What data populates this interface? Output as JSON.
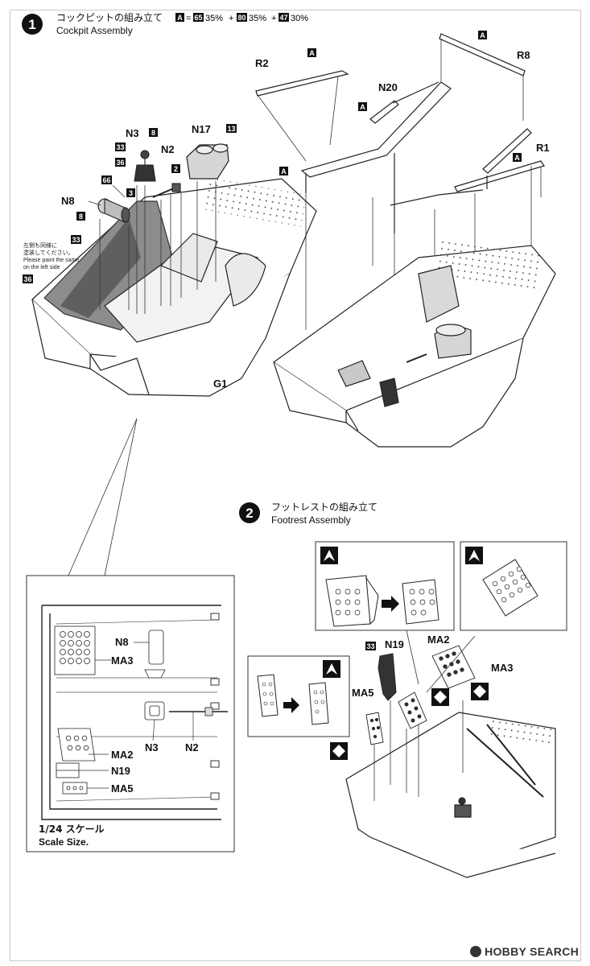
{
  "step1": {
    "number": "1",
    "title_ja": "コックピットの組み立て",
    "title_en": "Cockpit Assembly",
    "mix": {
      "A": "A",
      "eq": "=",
      "c1": "65",
      "p1": "35%",
      "plus1": "+",
      "c2": "80",
      "p2": "35%",
      "plus2": "+",
      "c3": "47",
      "p3": "30%"
    },
    "labels": {
      "r2": "R2",
      "a_top1": "A",
      "a_top2": "A",
      "r8": "R8",
      "n20": "N20",
      "a_mid": "A",
      "a_right": "A",
      "r1": "R1",
      "a_tub": "A",
      "n3": "N3",
      "c8": "8",
      "n2": "N2",
      "n17": "N17",
      "c13": "13",
      "c33": "33",
      "c36": "36",
      "c2": "2",
      "c66": "66",
      "c3": "3",
      "n8": "N8",
      "c8b": "8",
      "c33b": "33",
      "c36b": "36",
      "g1": "G1"
    },
    "note": {
      "line1": "左側も同様に",
      "line2": "塗装してください。",
      "line3": "Please paint the same",
      "line4": "on the left side"
    }
  },
  "step2": {
    "number": "2",
    "title_ja": "フットレストの組み立て",
    "title_en": "Footrest Assembly",
    "labels": {
      "c33": "33",
      "n19": "N19",
      "ma2": "MA2",
      "ma3": "MA3",
      "ma5": "MA5"
    }
  },
  "scale_view": {
    "labels": {
      "n8": "N8",
      "ma3": "MA3",
      "n3": "N3",
      "n2": "N2",
      "ma2": "MA2",
      "n19": "N19",
      "ma5": "MA5"
    },
    "caption_ja": "1/24 スケール",
    "caption_en": "Scale Size."
  },
  "watermark": {
    "text": "HOBBY SEARCH"
  },
  "colors": {
    "line": "#222222",
    "box": "#222222",
    "shade": "#8c8c8c"
  }
}
